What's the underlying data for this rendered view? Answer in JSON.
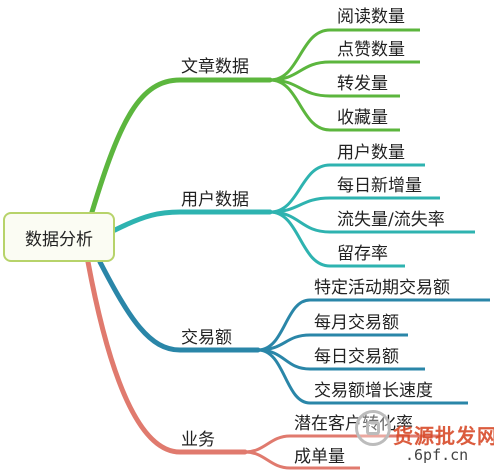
{
  "root": {
    "label": "数据分析"
  },
  "branches": [
    {
      "label": "文章数据",
      "color": "#5cb63e",
      "children": [
        "阅读数量",
        "点赞数量",
        "转发量",
        "收藏量"
      ]
    },
    {
      "label": "用户数据",
      "color": "#2eb3b0",
      "children": [
        "用户数量",
        "每日新增量",
        "流失量/流失率",
        "留存率"
      ]
    },
    {
      "label": "交易额",
      "color": "#2a86a8",
      "children": [
        "特定活动期交易额",
        "每月交易额",
        "每日交易额",
        "交易额增长速度"
      ]
    },
    {
      "label": "业务",
      "color": "#e07a6e",
      "children": [
        "潜在客户转化率",
        "成单量"
      ]
    }
  ],
  "watermark": {
    "text": "货源批发网",
    "url": ".6pf.cn",
    "icon": "watermark-logo-icon"
  }
}
